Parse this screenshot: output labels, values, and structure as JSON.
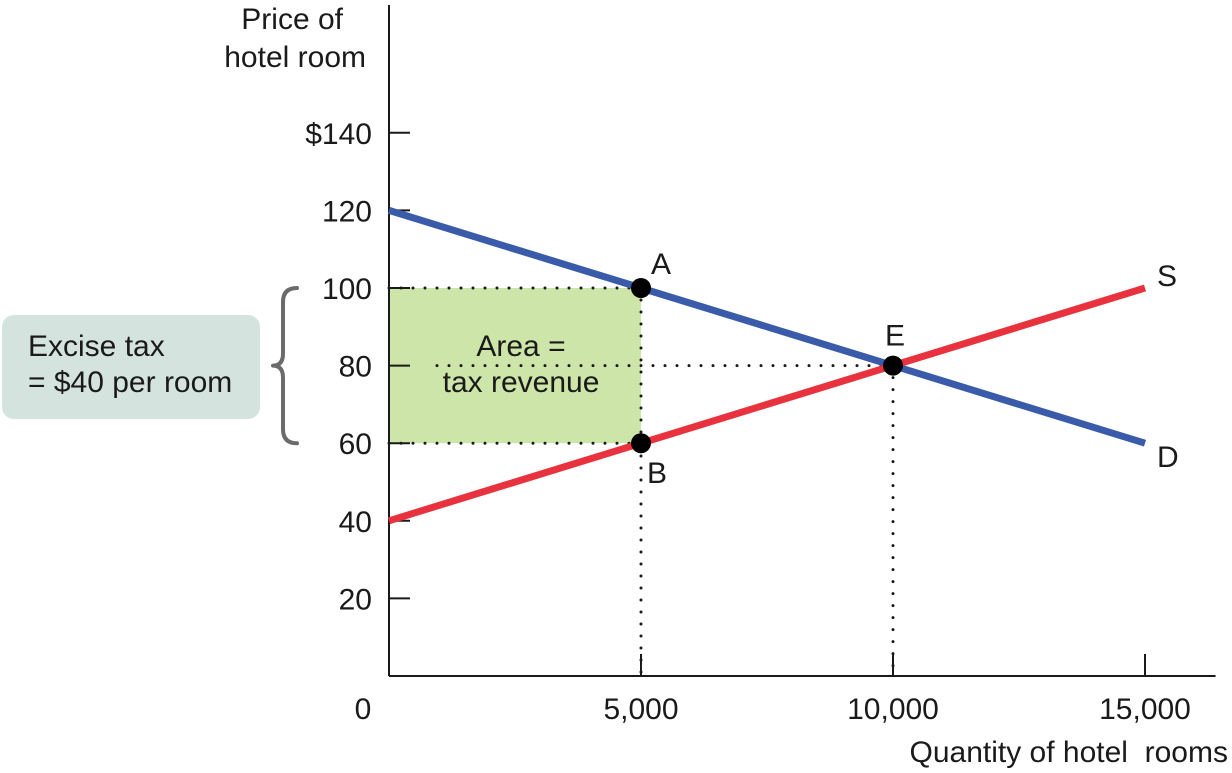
{
  "chart_data": {
    "type": "line",
    "ylabel_lines": [
      "Price of",
      "hotel room"
    ],
    "xlabel": "Quantity of hotel  rooms",
    "xlim": [
      0,
      16400
    ],
    "ylim": [
      0,
      168
    ],
    "x_ticks": [
      {
        "value": 0,
        "label": "0"
      },
      {
        "value": 5000,
        "label": "5,000"
      },
      {
        "value": 10000,
        "label": "10,000"
      },
      {
        "value": 15000,
        "label": "15,000"
      }
    ],
    "y_ticks": [
      {
        "value": 20,
        "label": "20"
      },
      {
        "value": 40,
        "label": "40"
      },
      {
        "value": 60,
        "label": "60"
      },
      {
        "value": 80,
        "label": "80"
      },
      {
        "value": 100,
        "label": "100"
      },
      {
        "value": 120,
        "label": "120"
      },
      {
        "value": 140,
        "label": "$140"
      }
    ],
    "series": [
      {
        "name": "D",
        "color": "#3a5ba9",
        "points": [
          [
            0,
            120
          ],
          [
            15000,
            60
          ]
        ]
      },
      {
        "name": "S",
        "color": "#e8333f",
        "points": [
          [
            0,
            40
          ],
          [
            15000,
            100
          ]
        ]
      }
    ],
    "points": [
      {
        "label": "A",
        "x": 5000,
        "y": 100
      },
      {
        "label": "B",
        "x": 5000,
        "y": 60
      },
      {
        "label": "E",
        "x": 10000,
        "y": 80
      }
    ],
    "shaded_area": {
      "x0": 0,
      "x1": 5000,
      "y0": 60,
      "y1": 100,
      "color": "#cde5a8",
      "label_lines": [
        "Area =",
        "tax revenue"
      ]
    },
    "callout": {
      "lines": [
        "Excise tax",
        "= $40 per room"
      ],
      "bg_color": "#d5e3df",
      "brace_color": "#6b6b6b"
    }
  }
}
